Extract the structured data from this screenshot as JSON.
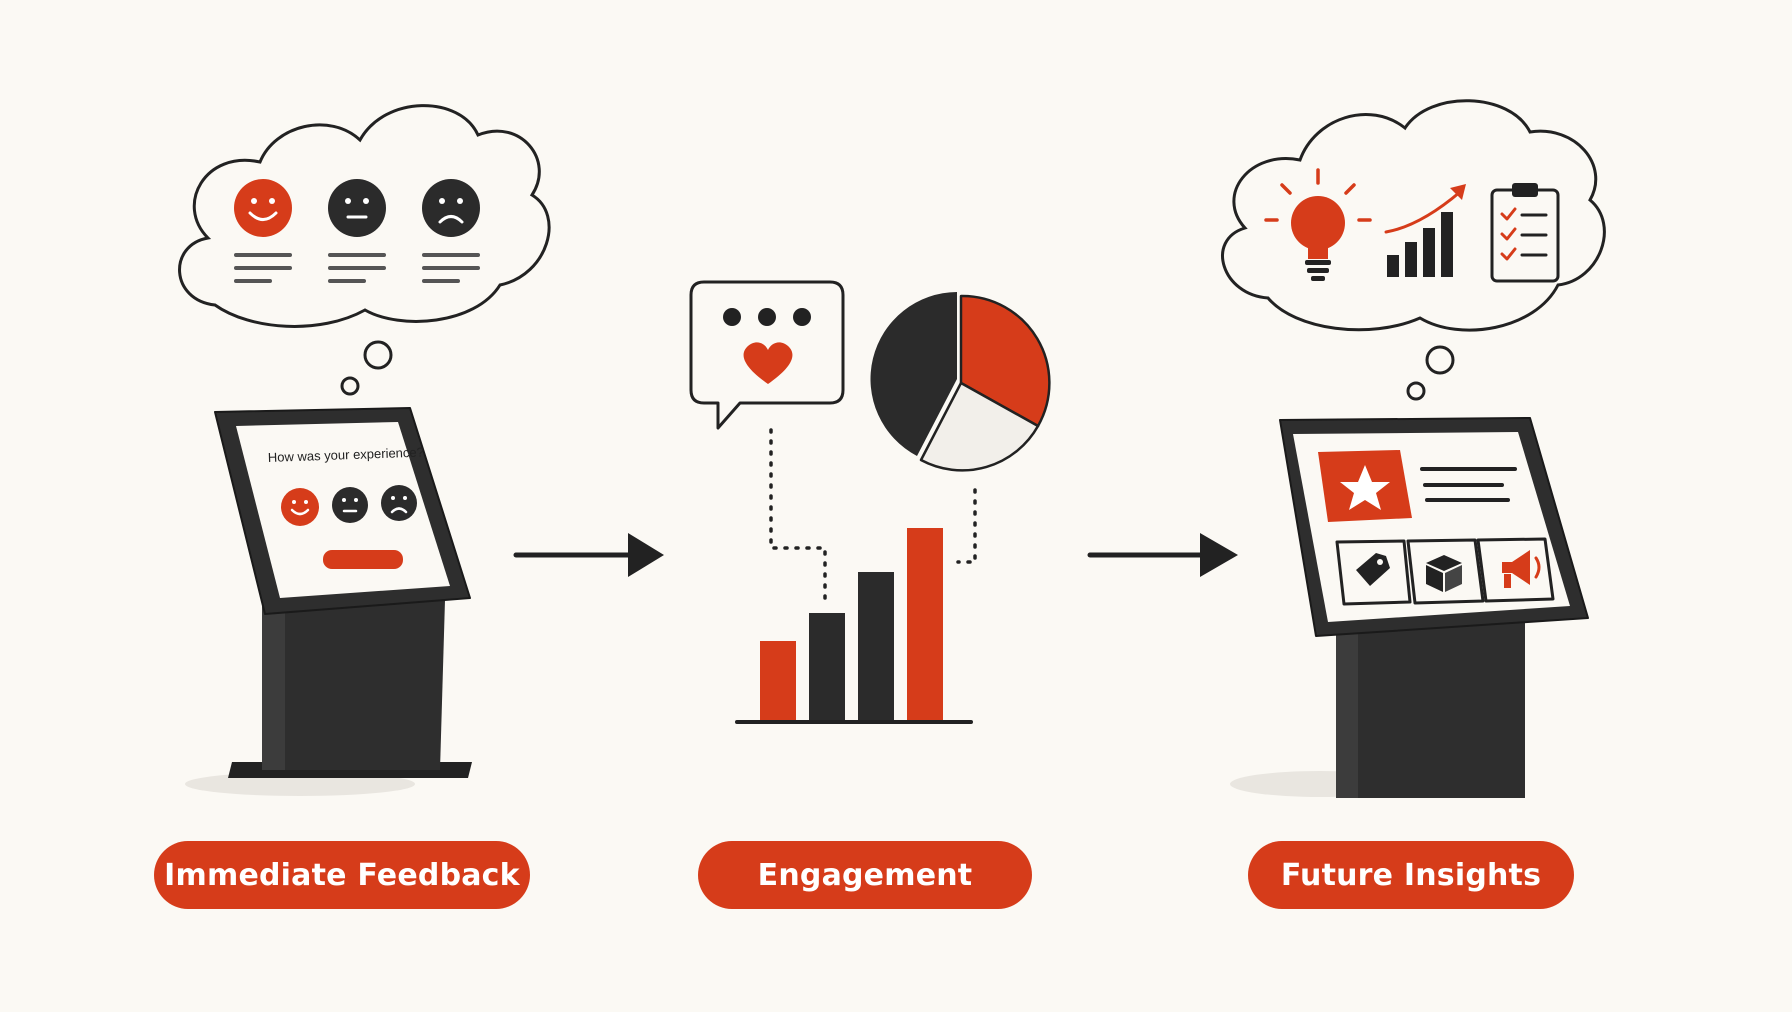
{
  "colors": {
    "accent": "#d63c1a",
    "dark": "#2b2b2b",
    "background": "#fbf9f4",
    "light": "#f2efea"
  },
  "steps": [
    {
      "label": "Immediate Feedback",
      "icons": [
        "smiley-happy-icon",
        "smiley-neutral-icon",
        "smiley-sad-icon"
      ]
    },
    {
      "label": "Engagement",
      "icons": [
        "chat-bubble-icon",
        "heart-icon",
        "pie-chart-icon",
        "bar-chart-icon"
      ]
    },
    {
      "label": "Future Insights",
      "icons": [
        "lightbulb-icon",
        "trend-chart-icon",
        "clipboard-checklist-icon",
        "star-icon",
        "tag-icon",
        "box-icon",
        "megaphone-icon"
      ]
    }
  ],
  "kiosk1": {
    "question": "How was your experience?"
  },
  "arrows": [
    "arrow-right-icon",
    "arrow-right-icon"
  ]
}
